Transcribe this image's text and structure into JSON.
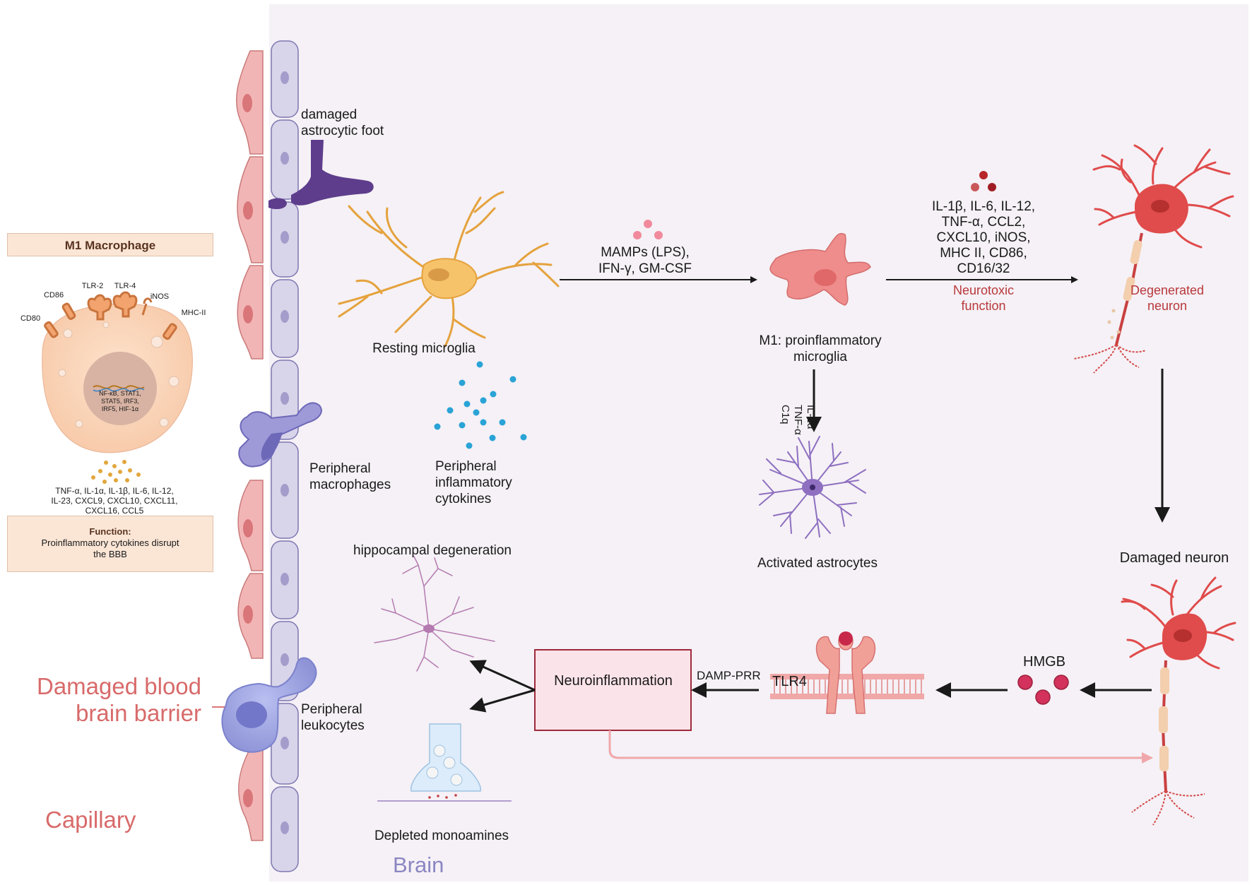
{
  "labels": {
    "damaged_foot": [
      "damaged",
      "astrocytic foot"
    ],
    "m1_macrophage_title": "M1 Macrophage",
    "receptors": {
      "cd86": "CD86",
      "tlr2": "TLR-2",
      "tlr4": "TLR-4",
      "inos": "iNOS",
      "cd80": "CD80",
      "mhc2": "MHC-II"
    },
    "nucleus_factors": [
      "NF-κB, STAT1,",
      "STAT5, IRF3,",
      "IRF5, HIF-1α"
    ],
    "macrophage_cytokines": [
      "TNF-α, IL-1α, IL-1β, IL-6, IL-12,",
      "IL-23, CXCL9, CXCL10, CXCL11,",
      "CXCL16, CCL5"
    ],
    "function_title": "Function:",
    "function_text": [
      "Proinflammatory cytokines disrupt",
      "the BBB"
    ],
    "damaged_bbb": [
      "Damaged blood",
      "brain barrier"
    ],
    "capillary": "Capillary",
    "brain": "Brain",
    "resting_microglia": "Resting microglia",
    "peripheral_macrophages": [
      "Peripheral",
      "macrophages"
    ],
    "peripheral_cytokines": [
      "Peripheral",
      "inflammatory",
      "cytokines"
    ],
    "peripheral_leukocytes": [
      "Peripheral",
      "leukocytes"
    ],
    "mamps": [
      "MAMPs (LPS),",
      "IFN-γ, GM-CSF"
    ],
    "m1_microglia": [
      "M1: proinflammatory",
      "microglia"
    ],
    "astro_signals": [
      "IL-1α",
      "TNF-α",
      "C1q"
    ],
    "activated_astrocytes": "Activated astrocytes",
    "neurotoxic_cytokines": [
      "IL-1β, IL-6, IL-12,",
      "TNF-α, CCL2,",
      "CXCL10, iNOS,",
      "MHC II, CD86,",
      "CD16/32"
    ],
    "neurotoxic_function": [
      "Neurotoxic",
      "function"
    ],
    "degenerated_neuron": [
      "Degenerated",
      "neuron"
    ],
    "damaged_neuron": "Damaged neuron",
    "hippocampal_degeneration": "hippocampal degeneration",
    "neuroinflammation": "Neuroinflammation",
    "damp_prr": "DAMP-PRR",
    "tlr4": "TLR4",
    "hmgb": "HMGB",
    "depleted_monoamines": "Depleted monoamines"
  },
  "colors": {
    "brain_background": "#f5f1f6",
    "endothelial": "#f2b5b5",
    "astro_endfoot": "#d8d4ea",
    "damaged_endfoot": "#5e3d8c",
    "resting_microglia": "#f6c36b",
    "m1_microglia": "#ef8c8c",
    "astrocyte": "#8e6fc0",
    "neuron": "#e04b4b",
    "cytokine_dot": "#2aa3d6",
    "neuroinflammation_fill": "#fbe3ea",
    "neuroinflammation_border": "#9e2a3a"
  }
}
